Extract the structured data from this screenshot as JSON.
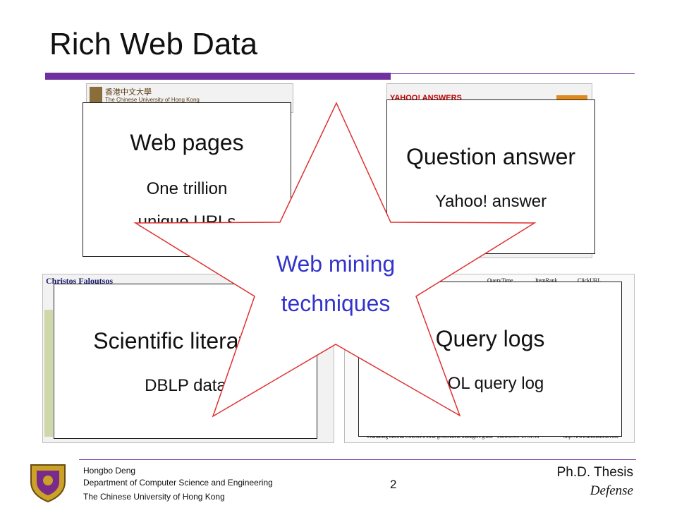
{
  "slide": {
    "title": "Rich Web Data",
    "center_label_line1": "Web mining",
    "center_label_line2": "techniques",
    "page_number": "2"
  },
  "cards": {
    "web_pages": {
      "title": "Web pages",
      "sub1": "One trillion",
      "sub2": "unique URLs"
    },
    "question_answer": {
      "title": "Question answer",
      "sub1": "Yahoo! answer"
    },
    "scientific": {
      "title": "Scientific literature",
      "sub1": "DBLP data"
    },
    "query_logs": {
      "title": "Query logs",
      "sub1": "AOL query log"
    }
  },
  "screenshots": {
    "cuhk_header": "香港中文大學",
    "cuhk_sub": "The Chinese University of Hong Kong",
    "yahoo_brand": "YAHOO! ANSWERS",
    "christos_name": "Christos Faloutsos",
    "query_col1": "QueryTime",
    "query_col2": "ItemRank",
    "query_col3": "ClickURL",
    "query_row_text": "evaluating internal controls a local government managers guide",
    "query_row_time": "2006-03-07 21:31:18",
    "query_row_url": "http://www.allbusiness.com"
  },
  "footer": {
    "author": "Hongbo Deng",
    "department": "Department of Computer Science and Engineering",
    "university": "The Chinese University of Hong Kong",
    "thesis": "Ph.D. Thesis",
    "defense": "Defense"
  }
}
